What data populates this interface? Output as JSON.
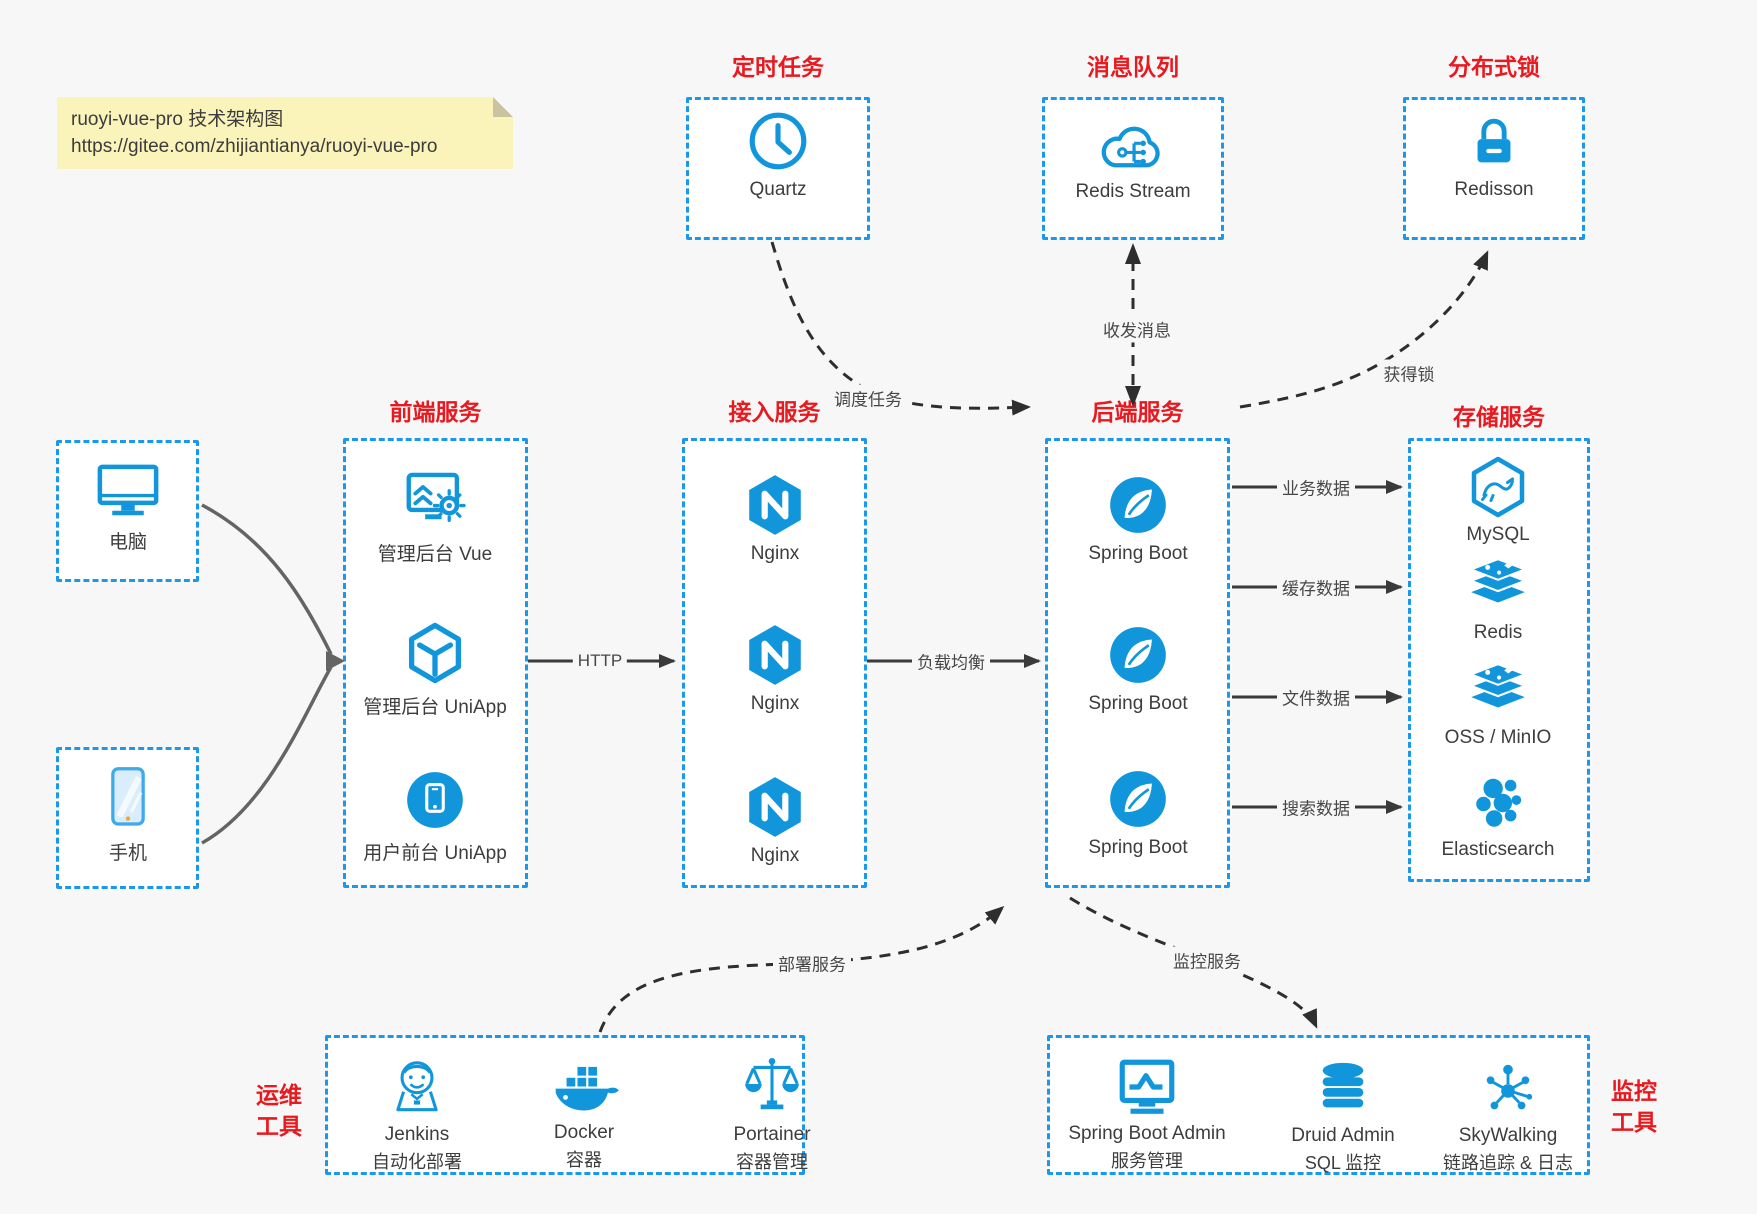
{
  "note": {
    "line1": "ruoyi-vue-pro 技术架构图",
    "line2": "https://gitee.com/zhijiantianya/ruoyi-vue-pro"
  },
  "colors": {
    "accent_blue": "#1296db",
    "title_red": "#e8191f",
    "canvas_gray": "#f7f7f7",
    "note_yellow": "#faf3ba"
  },
  "groups": {
    "scheduled": {
      "title": "定时任务",
      "items": [
        {
          "label": "Quartz",
          "icon": "clock-icon"
        }
      ]
    },
    "mq": {
      "title": "消息队列",
      "items": [
        {
          "label": "Redis Stream",
          "icon": "cloud-stream-icon"
        }
      ]
    },
    "dlock": {
      "title": "分布式锁",
      "items": [
        {
          "label": "Redisson",
          "icon": "lock-icon"
        }
      ]
    },
    "devices": {
      "pc": {
        "label": "电脑",
        "icon": "desktop-icon"
      },
      "phone": {
        "label": "手机",
        "icon": "smartphone-icon"
      }
    },
    "frontend": {
      "title": "前端服务",
      "items": [
        {
          "label": "管理后台 Vue",
          "icon": "admin-screen-gear-icon"
        },
        {
          "label": "管理后台 UniApp",
          "icon": "uniapp-cube-icon"
        },
        {
          "label": "用户前台 UniApp",
          "icon": "phone-circle-icon"
        }
      ]
    },
    "access": {
      "title": "接入服务",
      "items": [
        {
          "label": "Nginx",
          "icon": "nginx-icon"
        },
        {
          "label": "Nginx",
          "icon": "nginx-icon"
        },
        {
          "label": "Nginx",
          "icon": "nginx-icon"
        }
      ]
    },
    "backend": {
      "title": "后端服务",
      "items": [
        {
          "label": "Spring Boot",
          "icon": "spring-icon"
        },
        {
          "label": "Spring Boot",
          "icon": "spring-icon"
        },
        {
          "label": "Spring Boot",
          "icon": "spring-icon"
        }
      ]
    },
    "storage": {
      "title": "存储服务",
      "items": [
        {
          "label": "MySQL",
          "icon": "mysql-icon"
        },
        {
          "label": "Redis",
          "icon": "layer-stack-icon"
        },
        {
          "label": "OSS / MinIO",
          "icon": "layer-stack-icon"
        },
        {
          "label": "Elasticsearch",
          "icon": "elasticsearch-icon"
        }
      ]
    },
    "ops": {
      "title_line1": "运维",
      "title_line2": "工具",
      "items": [
        {
          "name": "Jenkins",
          "desc": "自动化部署",
          "icon": "jenkins-icon"
        },
        {
          "name": "Docker",
          "desc": "容器",
          "icon": "docker-whale-icon"
        },
        {
          "name": "Portainer",
          "desc": "容器管理",
          "icon": "scales-icon"
        }
      ]
    },
    "monitoring": {
      "title_line1": "监控",
      "title_line2": "工具",
      "items": [
        {
          "name": "Spring Boot Admin",
          "desc": "服务管理",
          "icon": "monitor-chart-icon"
        },
        {
          "name": "Druid Admin",
          "desc": "SQL 监控",
          "icon": "database-icon"
        },
        {
          "name": "SkyWalking",
          "desc": "链路追踪 & 日志",
          "icon": "network-nodes-icon"
        }
      ]
    }
  },
  "edges": {
    "http": "HTTP",
    "lb": "负载均衡",
    "schedule": "调度任务",
    "messages": "收发消息",
    "lock": "获得锁",
    "biz": "业务数据",
    "cache": "缓存数据",
    "file": "文件数据",
    "search": "搜索数据",
    "deploy": "部署服务",
    "monitor": "监控服务"
  }
}
